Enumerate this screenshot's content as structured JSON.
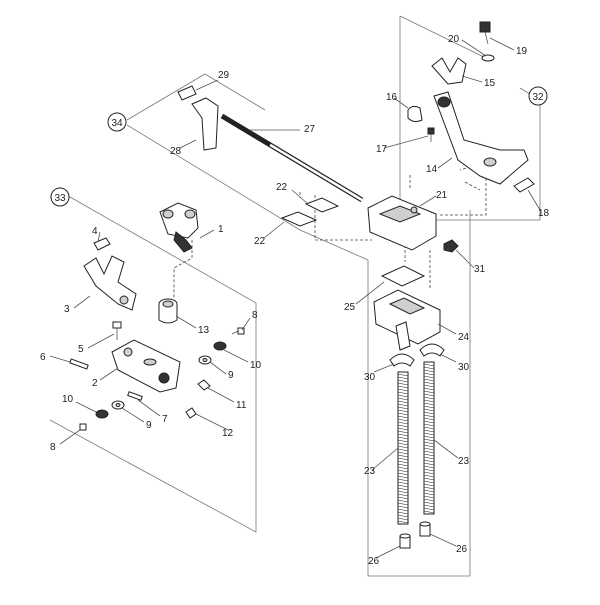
{
  "diagram": {
    "callouts": {
      "c1": "1",
      "c2": "2",
      "c3": "3",
      "c4": "4",
      "c5": "5",
      "c6": "6",
      "c7": "7",
      "c8a": "8",
      "c8b": "8",
      "c9a": "9",
      "c9b": "9",
      "c10a": "10",
      "c10b": "10",
      "c11": "11",
      "c12": "12",
      "c13": "13",
      "c14": "14",
      "c15": "15",
      "c16": "16",
      "c17": "17",
      "c18": "18",
      "c19": "19",
      "c20": "20",
      "c21": "21",
      "c22a": "22",
      "c22b": "22",
      "c23a": "23",
      "c23b": "23",
      "c24": "24",
      "c25": "25",
      "c26a": "26",
      "c26b": "26",
      "c27": "27",
      "c28": "28",
      "c29": "29",
      "c30a": "30",
      "c30b": "30",
      "c31": "31"
    },
    "assemblies": {
      "a32": "32",
      "a33": "33",
      "a34": "34"
    }
  }
}
